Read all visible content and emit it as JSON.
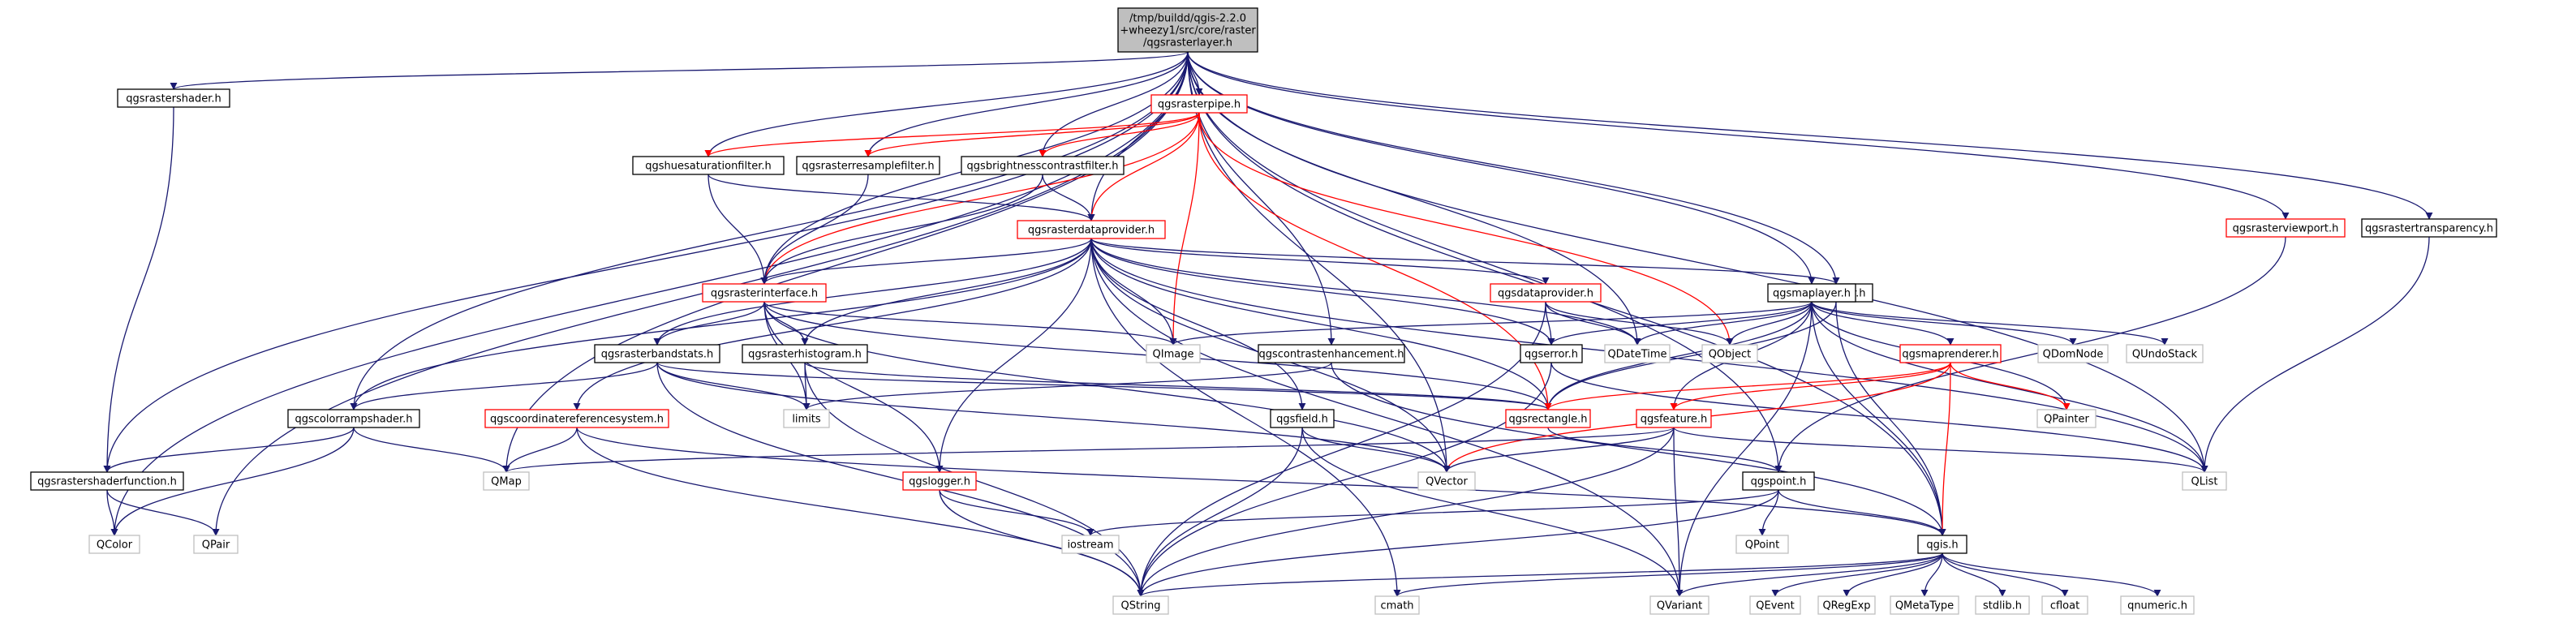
{
  "graph": {
    "colors": {
      "edge": "#191970",
      "edge_red": "#ff0000",
      "root_fill": "#bfbfbf",
      "node_fill": "#ffffff",
      "border_default": "#000000",
      "border_external": "#bfbfbf",
      "border_red": "#ff0000",
      "text": "#000000"
    },
    "nodes": [
      {
        "id": "root",
        "lines": [
          "/tmp/buildd/qgis-2.2.0",
          "+wheezy1/src/core/raster",
          "/qgsrasterlayer.h"
        ],
        "style": "root"
      },
      {
        "id": "qgsrastershader",
        "lines": [
          "qgsrastershader.h"
        ],
        "style": "default"
      },
      {
        "id": "qgsrasterpipe",
        "lines": [
          "qgsrasterpipe.h"
        ],
        "style": "red"
      },
      {
        "id": "qgshuesat",
        "lines": [
          "qgshuesaturationfilter.h"
        ],
        "style": "default"
      },
      {
        "id": "qgsresample",
        "lines": [
          "qgsrasterresamplefilter.h"
        ],
        "style": "default"
      },
      {
        "id": "qgsbright",
        "lines": [
          "qgsbrightnesscontrastfilter.h"
        ],
        "style": "default"
      },
      {
        "id": "qgsrasterdataprovider",
        "lines": [
          "qgsrasterdataprovider.h"
        ],
        "style": "red"
      },
      {
        "id": "qgsrasterinterface",
        "lines": [
          "qgsrasterinterface.h"
        ],
        "style": "red"
      },
      {
        "id": "qgsdataprovider",
        "lines": [
          "qgsdataprovider.h"
        ],
        "style": "red"
      },
      {
        "id": "qgsraster",
        "lines": [
          "qgsraster.h"
        ],
        "style": "default"
      },
      {
        "id": "qgsmaplayer",
        "lines": [
          "qgsmaplayer.h"
        ],
        "style": "default"
      },
      {
        "id": "qgsrasterviewport",
        "lines": [
          "qgsrasterviewport.h"
        ],
        "style": "red"
      },
      {
        "id": "qgsrastertransparency",
        "lines": [
          "qgsrastertransparency.h"
        ],
        "style": "default"
      },
      {
        "id": "qgsrasterbandstats",
        "lines": [
          "qgsrasterbandstats.h"
        ],
        "style": "default"
      },
      {
        "id": "qgsrasterhistogram",
        "lines": [
          "qgsrasterhistogram.h"
        ],
        "style": "default"
      },
      {
        "id": "qgscontrast",
        "lines": [
          "qgscontrastenhancement.h"
        ],
        "style": "default"
      },
      {
        "id": "qgserror",
        "lines": [
          "qgserror.h"
        ],
        "style": "default"
      },
      {
        "id": "qgsmaprenderer",
        "lines": [
          "qgsmaprenderer.h"
        ],
        "style": "red"
      },
      {
        "id": "qgscolorrampshader",
        "lines": [
          "qgscolorrampshader.h"
        ],
        "style": "default"
      },
      {
        "id": "qgscrs",
        "lines": [
          "qgscoordinatereferencesystem.h"
        ],
        "style": "red"
      },
      {
        "id": "qgsrectangle",
        "lines": [
          "qgsrectangle.h"
        ],
        "style": "red"
      },
      {
        "id": "qgsfield",
        "lines": [
          "qgsfield.h"
        ],
        "style": "default"
      },
      {
        "id": "qgsfeature",
        "lines": [
          "qgsfeature.h"
        ],
        "style": "red"
      },
      {
        "id": "qgsshaderfunction",
        "lines": [
          "qgsrastershaderfunction.h"
        ],
        "style": "default"
      },
      {
        "id": "qgslogger",
        "lines": [
          "qgslogger.h"
        ],
        "style": "red"
      },
      {
        "id": "qgspoint",
        "lines": [
          "qgspoint.h"
        ],
        "style": "default"
      },
      {
        "id": "qgis",
        "lines": [
          "qgis.h"
        ],
        "style": "default"
      },
      {
        "id": "QImage",
        "lines": [
          "QImage"
        ],
        "style": "external"
      },
      {
        "id": "QDateTime",
        "lines": [
          "QDateTime"
        ],
        "style": "external"
      },
      {
        "id": "QObject",
        "lines": [
          "QObject"
        ],
        "style": "external"
      },
      {
        "id": "QDomNode",
        "lines": [
          "QDomNode"
        ],
        "style": "external"
      },
      {
        "id": "QUndoStack",
        "lines": [
          "QUndoStack"
        ],
        "style": "external"
      },
      {
        "id": "limits",
        "lines": [
          "limits"
        ],
        "style": "external"
      },
      {
        "id": "QPainter",
        "lines": [
          "QPainter"
        ],
        "style": "external"
      },
      {
        "id": "QMap",
        "lines": [
          "QMap"
        ],
        "style": "external"
      },
      {
        "id": "QVector",
        "lines": [
          "QVector"
        ],
        "style": "external"
      },
      {
        "id": "QList",
        "lines": [
          "QList"
        ],
        "style": "external"
      },
      {
        "id": "QColor",
        "lines": [
          "QColor"
        ],
        "style": "external"
      },
      {
        "id": "QPair",
        "lines": [
          "QPair"
        ],
        "style": "external"
      },
      {
        "id": "iostream",
        "lines": [
          "iostream"
        ],
        "style": "external"
      },
      {
        "id": "QPoint",
        "lines": [
          "QPoint"
        ],
        "style": "external"
      },
      {
        "id": "QString",
        "lines": [
          "QString"
        ],
        "style": "external"
      },
      {
        "id": "cmath",
        "lines": [
          "cmath"
        ],
        "style": "external"
      },
      {
        "id": "QVariant",
        "lines": [
          "QVariant"
        ],
        "style": "external"
      },
      {
        "id": "QEvent",
        "lines": [
          "QEvent"
        ],
        "style": "external"
      },
      {
        "id": "QRegExp",
        "lines": [
          "QRegExp"
        ],
        "style": "external"
      },
      {
        "id": "QMetaType",
        "lines": [
          "QMetaType"
        ],
        "style": "external"
      },
      {
        "id": "stdlib",
        "lines": [
          "stdlib.h"
        ],
        "style": "external"
      },
      {
        "id": "cfloat",
        "lines": [
          "cfloat"
        ],
        "style": "external"
      },
      {
        "id": "qnumeric",
        "lines": [
          "qnumeric.h"
        ],
        "style": "external"
      }
    ],
    "edges": [
      [
        "root",
        "qgsrastershader"
      ],
      [
        "root",
        "qgsrasterpipe"
      ],
      [
        "root",
        "qgshuesat"
      ],
      [
        "root",
        "qgsresample"
      ],
      [
        "root",
        "qgsbright"
      ],
      [
        "root",
        "qgsrasterdataprovider"
      ],
      [
        "root",
        "qgsrasterinterface"
      ],
      [
        "root",
        "qgscontrast"
      ],
      [
        "root",
        "qgsmaplayer"
      ],
      [
        "root",
        "qgsraster"
      ],
      [
        "root",
        "qgsrasterviewport"
      ],
      [
        "root",
        "qgsrastertransparency"
      ],
      [
        "root",
        "qgscolorrampshader"
      ],
      [
        "root",
        "qgsshaderfunction"
      ],
      [
        "root",
        "QColor"
      ],
      [
        "root",
        "QPair"
      ],
      [
        "root",
        "QMap"
      ],
      [
        "root",
        "QVector"
      ],
      [
        "root",
        "QDateTime"
      ],
      [
        "root",
        "QList"
      ],
      [
        "root",
        "qgis"
      ],
      [
        "root",
        "qgspoint"
      ],
      [
        "qgsrastershader",
        "qgsshaderfunction"
      ],
      [
        "qgsrasterpipe",
        "qgshuesat",
        "red"
      ],
      [
        "qgsrasterpipe",
        "qgsresample",
        "red"
      ],
      [
        "qgsrasterpipe",
        "qgsbright",
        "red"
      ],
      [
        "qgsrasterpipe",
        "qgsrasterdataprovider",
        "red"
      ],
      [
        "qgsrasterpipe",
        "qgsrasterinterface",
        "red"
      ],
      [
        "qgsrasterpipe",
        "QImage",
        "red"
      ],
      [
        "qgsrasterpipe",
        "QObject",
        "red"
      ],
      [
        "qgsrasterpipe",
        "qgsrectangle",
        "red"
      ],
      [
        "qgshuesat",
        "qgsrasterdataprovider"
      ],
      [
        "qgshuesat",
        "qgsrasterinterface"
      ],
      [
        "qgsresample",
        "qgsrasterinterface"
      ],
      [
        "qgsbright",
        "qgsrasterdataprovider"
      ],
      [
        "qgsbright",
        "qgsrasterinterface"
      ],
      [
        "qgsrasterdataprovider",
        "qgsrasterinterface"
      ],
      [
        "qgsrasterdataprovider",
        "qgsdataprovider"
      ],
      [
        "qgsrasterdataprovider",
        "qgsraster"
      ],
      [
        "qgsrasterdataprovider",
        "qgscolorrampshader"
      ],
      [
        "qgsrasterdataprovider",
        "qgsrasterbandstats"
      ],
      [
        "qgsrasterdataprovider",
        "qgsrasterhistogram"
      ],
      [
        "qgsrasterdataprovider",
        "QImage"
      ],
      [
        "qgsrasterdataprovider",
        "QDateTime"
      ],
      [
        "qgsrasterdataprovider",
        "qgserror"
      ],
      [
        "qgsrasterdataprovider",
        "qgslogger"
      ],
      [
        "qgsrasterdataprovider",
        "qgsfield"
      ],
      [
        "qgsrasterdataprovider",
        "qgsrectangle"
      ],
      [
        "qgsrasterdataprovider",
        "QVector"
      ],
      [
        "qgsrasterdataprovider",
        "cmath"
      ],
      [
        "qgsrasterdataprovider",
        "QVariant"
      ],
      [
        "qgsrasterdataprovider",
        "qgscrs"
      ],
      [
        "qgsrasterdataprovider",
        "QList"
      ],
      [
        "qgsrasterinterface",
        "QImage"
      ],
      [
        "qgsrasterinterface",
        "qgsrasterbandstats"
      ],
      [
        "qgsrasterinterface",
        "qgsrasterhistogram"
      ],
      [
        "qgsrasterinterface",
        "limits"
      ],
      [
        "qgsrasterinterface",
        "qgslogger"
      ],
      [
        "qgsrasterinterface",
        "qgsrectangle"
      ],
      [
        "qgsrasterinterface",
        "QVector"
      ],
      [
        "qgsdataprovider",
        "QDateTime"
      ],
      [
        "qgsdataprovider",
        "QObject"
      ],
      [
        "qgsdataprovider",
        "qgserror"
      ],
      [
        "qgsdataprovider",
        "QString"
      ],
      [
        "qgsraster",
        "qgis"
      ],
      [
        "qgsraster",
        "qgsrectangle"
      ],
      [
        "qgsmaplayer",
        "QImage"
      ],
      [
        "qgsmaplayer",
        "QDateTime"
      ],
      [
        "qgsmaplayer",
        "QObject"
      ],
      [
        "qgsmaplayer",
        "QDomNode"
      ],
      [
        "qgsmaplayer",
        "QUndoStack"
      ],
      [
        "qgsmaplayer",
        "qgserror"
      ],
      [
        "qgsmaplayer",
        "qgsmaprenderer"
      ],
      [
        "qgsmaplayer",
        "qgsrectangle"
      ],
      [
        "qgsmaplayer",
        "qgis"
      ],
      [
        "qgsmaplayer",
        "QPainter"
      ],
      [
        "qgsmaplayer",
        "QVariant"
      ],
      [
        "qgsmaplayer",
        "QList"
      ],
      [
        "qgsmaplayer",
        "qgsfeature"
      ],
      [
        "qgsrasterviewport",
        "qgspoint"
      ],
      [
        "qgsrastertransparency",
        "QList"
      ],
      [
        "qgsrasterbandstats",
        "limits"
      ],
      [
        "qgsrasterbandstats",
        "QString"
      ],
      [
        "qgsrasterbandstats",
        "qgscolorrampshader"
      ],
      [
        "qgsrasterbandstats",
        "qgsrectangle"
      ],
      [
        "qgsrasterbandstats",
        "QVector"
      ],
      [
        "qgsrasterhistogram",
        "limits"
      ],
      [
        "qgsrasterhistogram",
        "QString"
      ],
      [
        "qgsrasterhistogram",
        "qgsrectangle"
      ],
      [
        "qgscontrast",
        "limits"
      ],
      [
        "qgscontrast",
        "qgis"
      ],
      [
        "qgserror",
        "QString"
      ],
      [
        "qgserror",
        "QList"
      ],
      [
        "qgsmaprenderer",
        "qgsrectangle",
        "red"
      ],
      [
        "qgsmaprenderer",
        "qgsfeature",
        "red"
      ],
      [
        "qgsmaprenderer",
        "QPainter",
        "red"
      ],
      [
        "qgsmaprenderer",
        "qgis",
        "red"
      ],
      [
        "qgsmaprenderer",
        "QVector",
        "red"
      ],
      [
        "qgscolorrampshader",
        "qgsshaderfunction"
      ],
      [
        "qgscolorrampshader",
        "QColor"
      ],
      [
        "qgscolorrampshader",
        "QMap"
      ],
      [
        "qgscrs",
        "QMap"
      ],
      [
        "qgscrs",
        "QString"
      ],
      [
        "qgscrs",
        "qgis"
      ],
      [
        "qgsrectangle",
        "qgspoint"
      ],
      [
        "qgsfield",
        "QVector"
      ],
      [
        "qgsfield",
        "QString"
      ],
      [
        "qgsfield",
        "QVariant"
      ],
      [
        "qgsfeature",
        "QMap"
      ],
      [
        "qgsfeature",
        "QVector"
      ],
      [
        "qgsfeature",
        "QString"
      ],
      [
        "qgsfeature",
        "QVariant"
      ],
      [
        "qgsfeature",
        "QList"
      ],
      [
        "qgsshaderfunction",
        "QColor"
      ],
      [
        "qgsshaderfunction",
        "QPair"
      ],
      [
        "qgslogger",
        "iostream"
      ],
      [
        "qgslogger",
        "QString"
      ],
      [
        "qgspoint",
        "iostream"
      ],
      [
        "qgspoint",
        "QPoint"
      ],
      [
        "qgspoint",
        "QString"
      ],
      [
        "qgspoint",
        "qgis"
      ],
      [
        "qgis",
        "QString"
      ],
      [
        "qgis",
        "cmath"
      ],
      [
        "qgis",
        "QVariant"
      ],
      [
        "qgis",
        "QEvent"
      ],
      [
        "qgis",
        "QRegExp"
      ],
      [
        "qgis",
        "QMetaType"
      ],
      [
        "qgis",
        "stdlib"
      ],
      [
        "qgis",
        "cfloat"
      ],
      [
        "qgis",
        "qnumeric"
      ]
    ]
  }
}
